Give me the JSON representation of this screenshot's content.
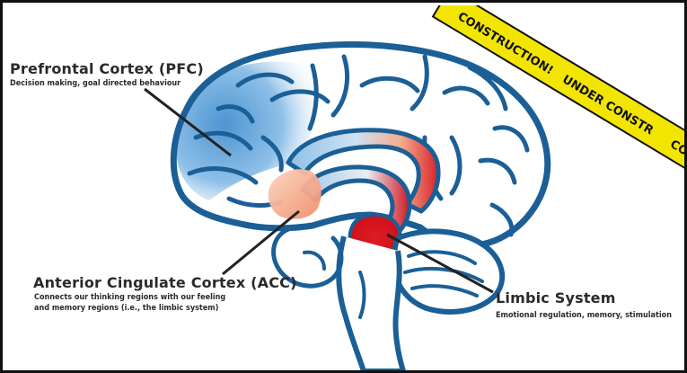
{
  "regions": {
    "pfc": {
      "title": "Prefrontal Cortex (PFC)",
      "description": "Decision making, goal directed behaviour"
    },
    "acc": {
      "title": "Anterior Cingulate Cortex (ACC)",
      "description": "Connects our thinking regions with our feeling and memory regions (i.e., the limbic system)"
    },
    "limbic": {
      "title": "Limbic System",
      "description": "Emotional regulation, memory, stimulation"
    }
  },
  "tape": {
    "text_1": "CONSTRUCTION!",
    "text_2": "UNDER CONSTR",
    "text_3": "CONSTRUCTION!"
  },
  "colors": {
    "outline": "#1b5f96",
    "pfc_fill": "#5aa0d8",
    "acc_fill": "#f4a37f",
    "limbic_fill": "#d7141e",
    "tape_yellow": "#f2e600",
    "tape_black": "#111111"
  }
}
